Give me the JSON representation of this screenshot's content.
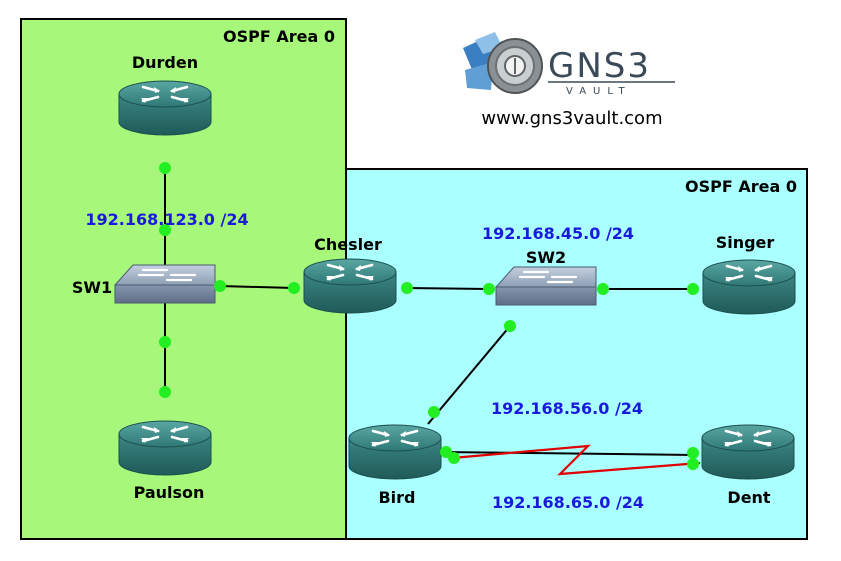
{
  "areas": [
    {
      "label": "OSPF Area 0"
    },
    {
      "label": "OSPF Area 0"
    }
  ],
  "devices": {
    "durden": "Durden",
    "sw1": "SW1",
    "paulson": "Paulson",
    "chesler": "Chesler",
    "sw2": "SW2",
    "singer": "Singer",
    "bird": "Bird",
    "dent": "Dent"
  },
  "networks": {
    "net123": "192.168.123.0 /24",
    "net45": "192.168.45.0 /24",
    "net56": "192.168.56.0 /24",
    "net65": "192.168.65.0 /24"
  },
  "logo": {
    "word": "GNS3",
    "sub": "VAULT",
    "url": "www.gns3vault.com"
  },
  "colors": {
    "area_left": "#a6f77a",
    "area_right": "#aaffff",
    "link": "#000000",
    "serial_link": "#e00000",
    "link_endpoint": "#22ee22",
    "router_body": "#3f8f8c",
    "switch_body": "#8a9bb3",
    "net_label": "#1a1adc"
  },
  "icons": {
    "router": "router-icon",
    "switch": "switch-icon",
    "logo": "gns3-logo-icon"
  }
}
